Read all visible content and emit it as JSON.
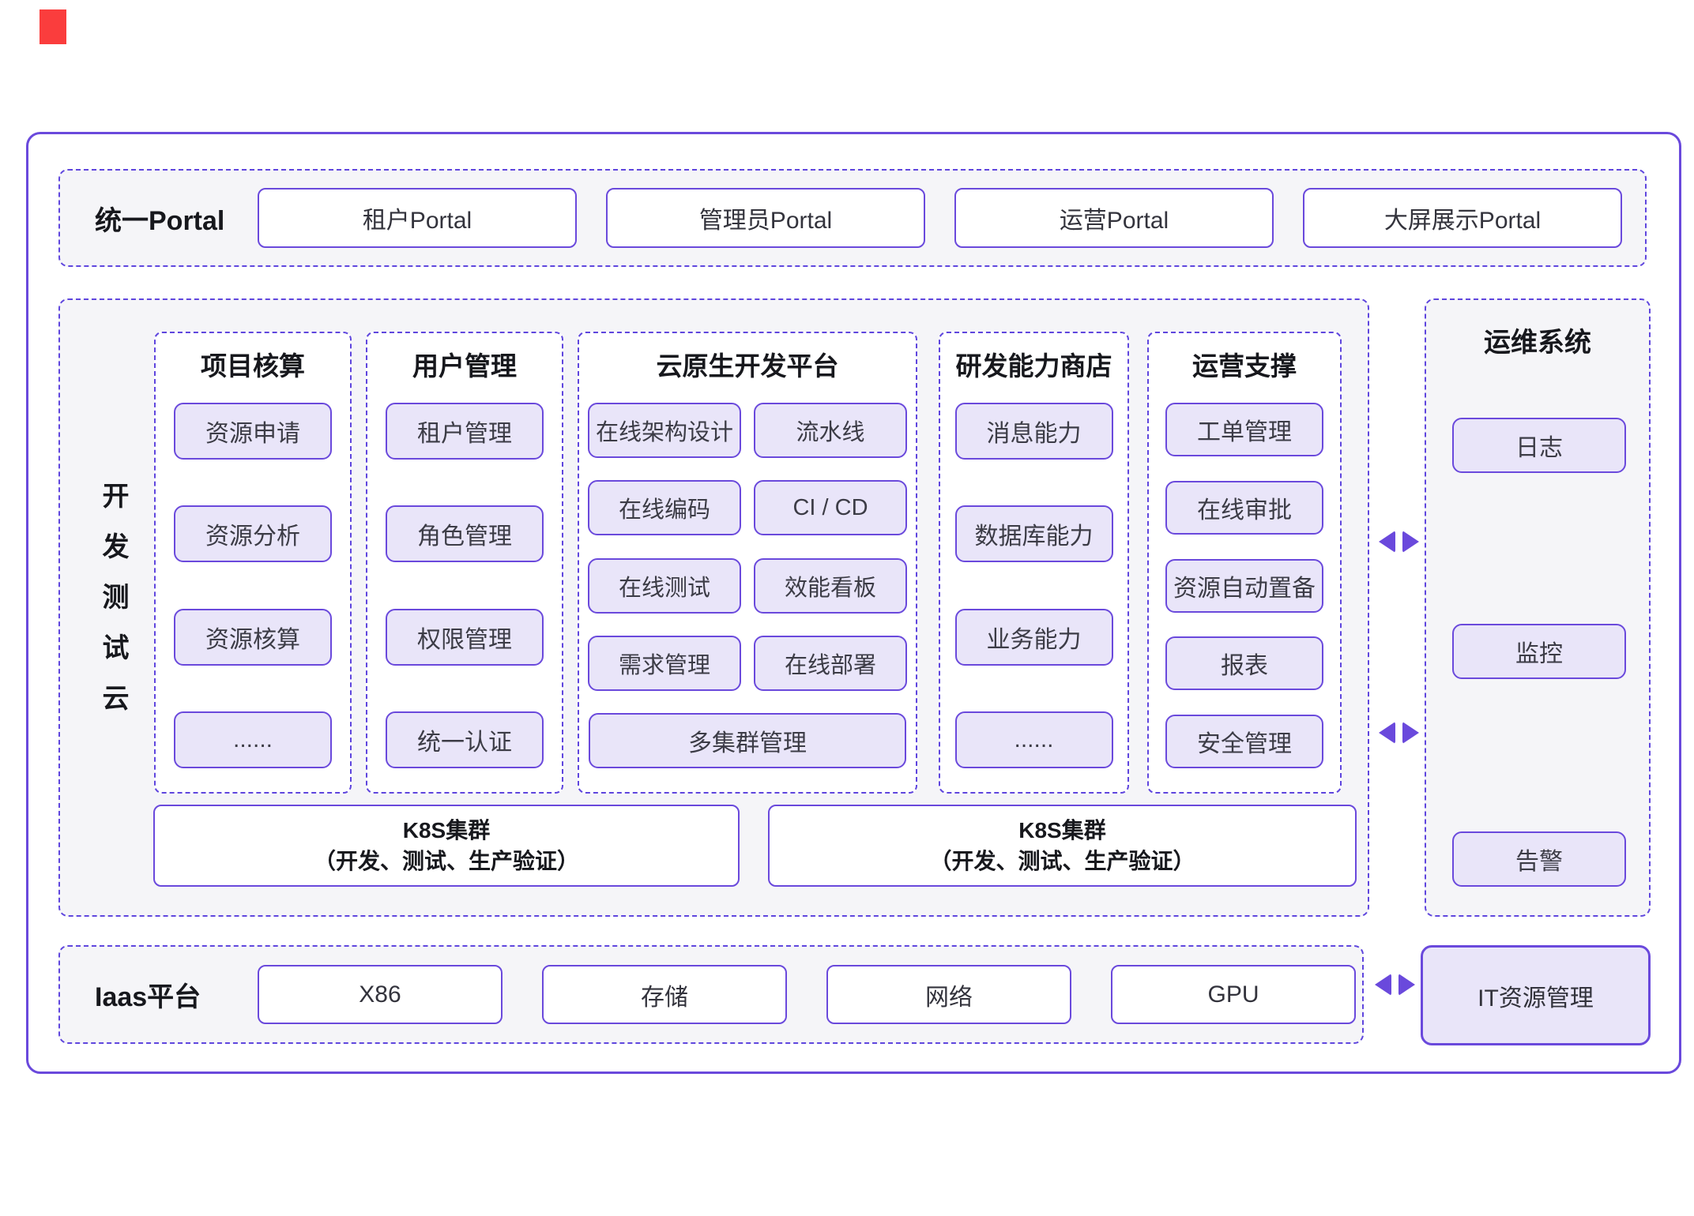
{
  "colors": {
    "accent_purple": "#6a49dc",
    "dashed_purple": "#5f46de",
    "module_fill": "#e9e5f9",
    "panel_fill": "#f5f5f8",
    "red_mark": "#fa3d3d"
  },
  "portal": {
    "title": "统一Portal",
    "items": [
      "租户Portal",
      "管理员Portal",
      "运营Portal",
      "大屏展示Portal"
    ]
  },
  "dev_cloud": {
    "label": "开发测试云",
    "columns": [
      {
        "title": "项目核算",
        "modules": [
          "资源申请",
          "资源分析",
          "资源核算",
          "......"
        ]
      },
      {
        "title": "用户管理",
        "modules": [
          "租户管理",
          "角色管理",
          "权限管理",
          "统一认证"
        ]
      },
      {
        "title": "云原生开发平台",
        "left_modules": [
          "在线架构设计",
          "在线编码",
          "在线测试",
          "需求管理"
        ],
        "right_modules": [
          "流水线",
          "CI / CD",
          "效能看板",
          "在线部署"
        ],
        "full_module": "多集群管理"
      },
      {
        "title": "研发能力商店",
        "modules": [
          "消息能力",
          "数据库能力",
          "业务能力",
          "......"
        ]
      },
      {
        "title": "运营支撑",
        "modules": [
          "工单管理",
          "在线审批",
          "资源自动置备",
          "报表",
          "安全管理"
        ]
      }
    ],
    "k8s": [
      {
        "line1": "K8S集群",
        "line2": "（开发、测试、生产验证）"
      },
      {
        "line1": "K8S集群",
        "line2": "（开发、测试、生产验证）"
      }
    ]
  },
  "ops_system": {
    "title": "运维系统",
    "modules": [
      "日志",
      "监控",
      "告警"
    ]
  },
  "iaas": {
    "title": "Iaas平台",
    "items": [
      "X86",
      "存储",
      "网络",
      "GPU"
    ],
    "it_resource": "IT资源管理"
  }
}
